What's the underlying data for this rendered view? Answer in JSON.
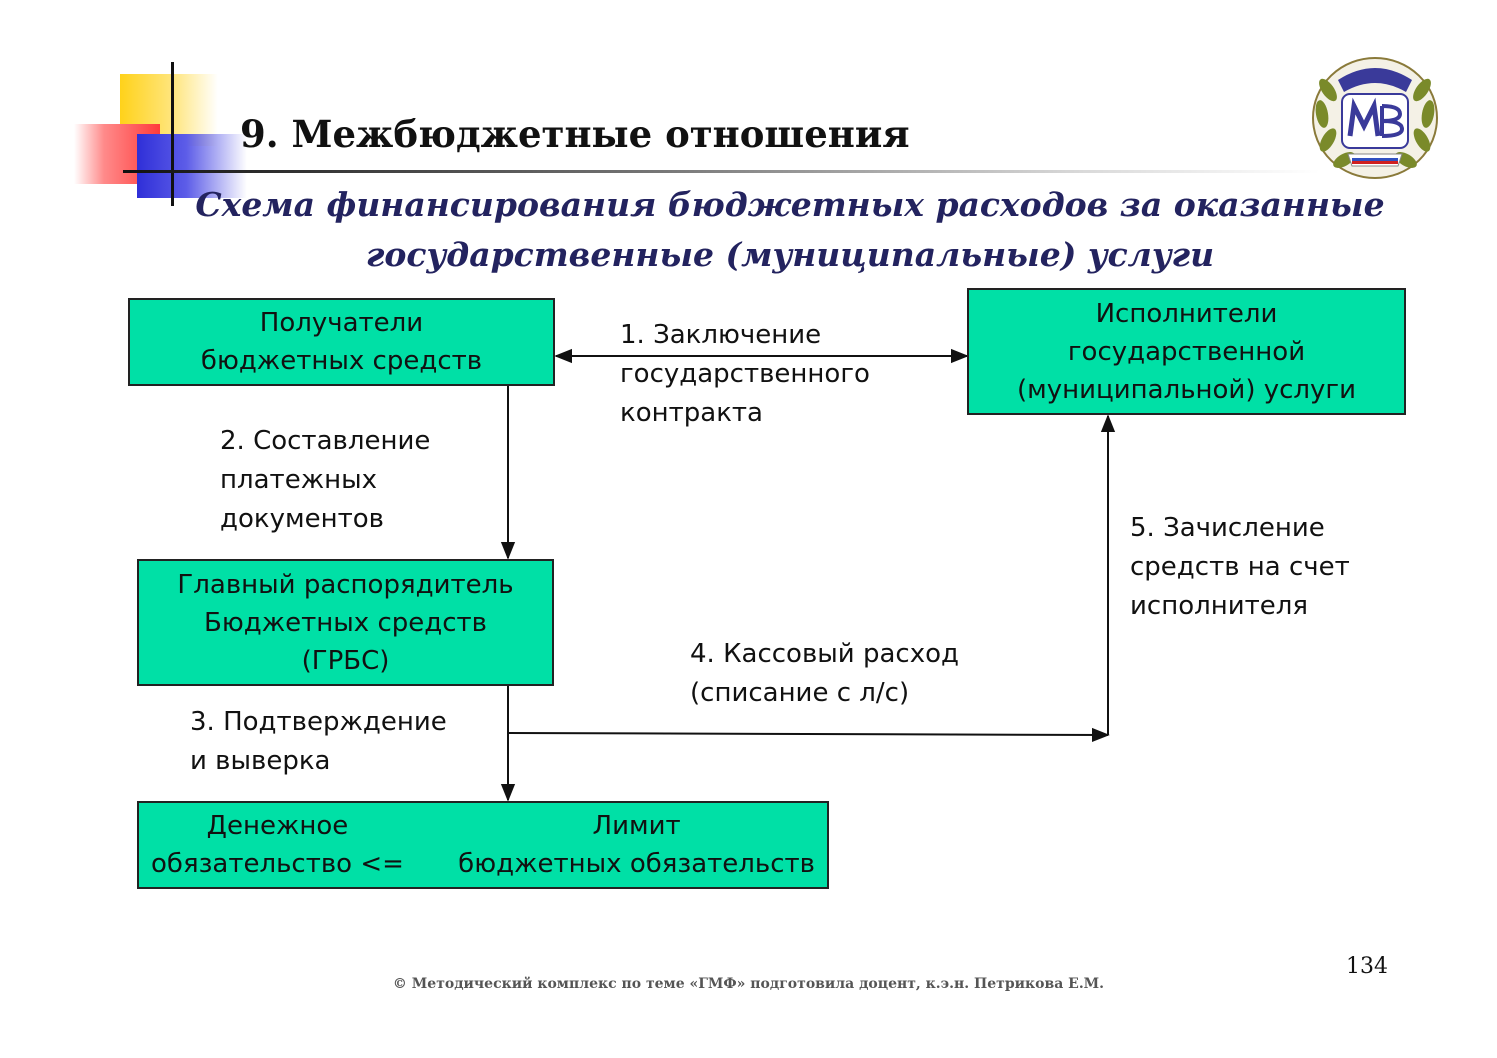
{
  "slide": {
    "title": "9. Межбюджетные отношения",
    "subtitle_lines": [
      "Схема финансирования бюджетных расходов за оказанные",
      "государственные (муниципальные) услуги"
    ],
    "page_number": "134",
    "footer": "© Методический комплекс по теме «ГМФ» подготовила доцент, к.э.н. Петрикова Е.М.",
    "logo_icon": "university-emblem-icon"
  },
  "colors": {
    "box_fill": "#00e0a6",
    "subtitle": "#23235f"
  },
  "diagram": {
    "recipients": {
      "lines": [
        "Получатели",
        "бюджетных средств"
      ]
    },
    "executors": {
      "lines": [
        "Исполнители",
        "государственной",
        "(муниципальной) услуги"
      ]
    },
    "grbs": {
      "lines": [
        "Главный распорядитель",
        "Бюджетных средств",
        "(ГРБС)"
      ]
    },
    "limit": {
      "left_lines": [
        "Денежное",
        "обязательство <="
      ],
      "right_lines": [
        "Лимит",
        "бюджетных обязательств"
      ]
    },
    "step1": [
      "1. Заключение",
      "государственного",
      "контракта"
    ],
    "step2": [
      "2. Составление",
      "платежных",
      "документов"
    ],
    "step3": [
      "3. Подтверждение",
      "и выверка"
    ],
    "step4": [
      "4. Кассовый расход",
      "(списание с л/с)"
    ],
    "step5": [
      "5. Зачисление",
      "средств на счет",
      "исполнителя"
    ]
  }
}
